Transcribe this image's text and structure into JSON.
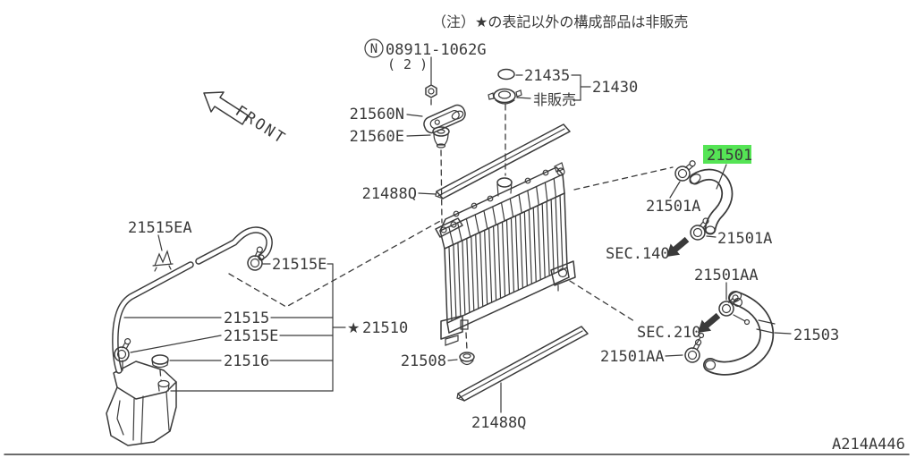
{
  "colors": {
    "line": "#3a3a3a",
    "highlight": "#55e455",
    "text": "#3a3a3a"
  },
  "note": "（注）★の表記以外の構成部品は非販売",
  "front_label": "FRONT",
  "diagram_code": "A214A446",
  "fastener": {
    "prefix": "N",
    "number": "08911-1062G",
    "qty": "( 2 )"
  },
  "parts": {
    "p21560n": "21560N",
    "p21560e": "21560E",
    "p21488q_top": "21488Q",
    "p21435": "21435",
    "p21430": "21430",
    "not_for_sale": "非販売",
    "p21515ea": "21515EA",
    "p21515e_hose": "21515E",
    "p21515": "21515",
    "p21515e_tank": "21515E",
    "p21516": "21516",
    "p21510_star": "★",
    "p21510": "21510",
    "p21508": "21508",
    "p21488q_bottom": "21488Q",
    "p21501": "21501",
    "p21501a_upper": "21501A",
    "p21501a_lower": "21501A",
    "sec140": "SEC.140",
    "p21501aa_upper": "21501AA",
    "sec210": "SEC.210",
    "p21501aa_lower": "21501AA",
    "p21503": "21503"
  }
}
